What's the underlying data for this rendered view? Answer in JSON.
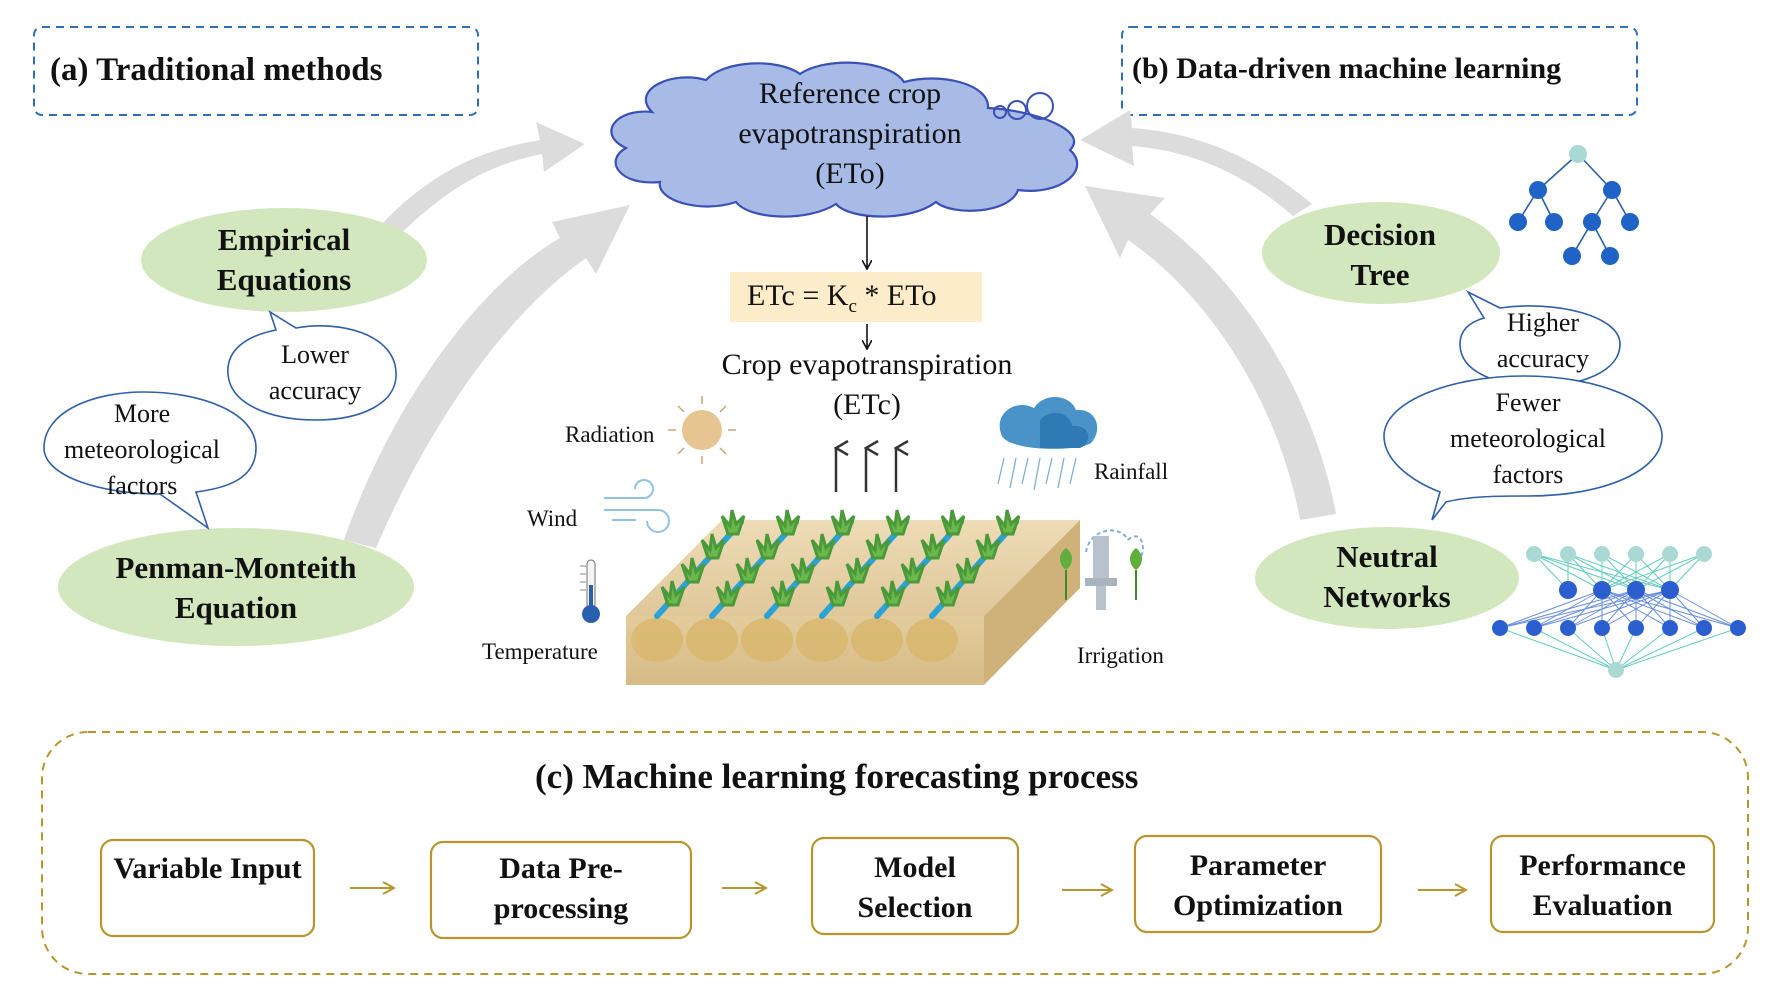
{
  "panels": {
    "a_title": "(a) Traditional methods",
    "b_title": "(b) Data-driven machine learning",
    "c_title": "(c) Machine learning forecasting process"
  },
  "center": {
    "cloud_line1": "Reference crop",
    "cloud_line2": "evapotranspiration",
    "cloud_line3": "(ETo)",
    "formula_prefix": "ETc = K",
    "formula_sub": "c",
    "formula_suffix": " * ETo",
    "etc_line1": "Crop evapotranspiration",
    "etc_line2": "(ETc)"
  },
  "factors": {
    "radiation": "Radiation",
    "wind": "Wind",
    "temperature": "Temperature",
    "rainfall": "Rainfall",
    "irrigation": "Irrigation"
  },
  "traditional": {
    "empirical": "Empirical Equations",
    "penman": "Penman-Monteith Equation",
    "lower_accuracy": "Lower accuracy",
    "more_factors": "More meteorological factors"
  },
  "ml": {
    "decision_tree": "Decision Tree",
    "neural_networks": "Neutral Networks",
    "higher_accuracy": "Higher accuracy",
    "fewer_factors": "Fewer meteorological factors"
  },
  "process_steps": [
    "Variable Input",
    "Data Pre-processing",
    "Model Selection",
    "Parameter Optimization",
    "Performance Evaluation"
  ],
  "colors": {
    "node_green": "#d3e7be",
    "cloud_blue": "#a7bbe6",
    "formula_bg": "#fcecc9",
    "dashed_blue": "#2f6fba",
    "process_gold": "#b8952c",
    "arrow_gray": "#d6d6d6"
  }
}
